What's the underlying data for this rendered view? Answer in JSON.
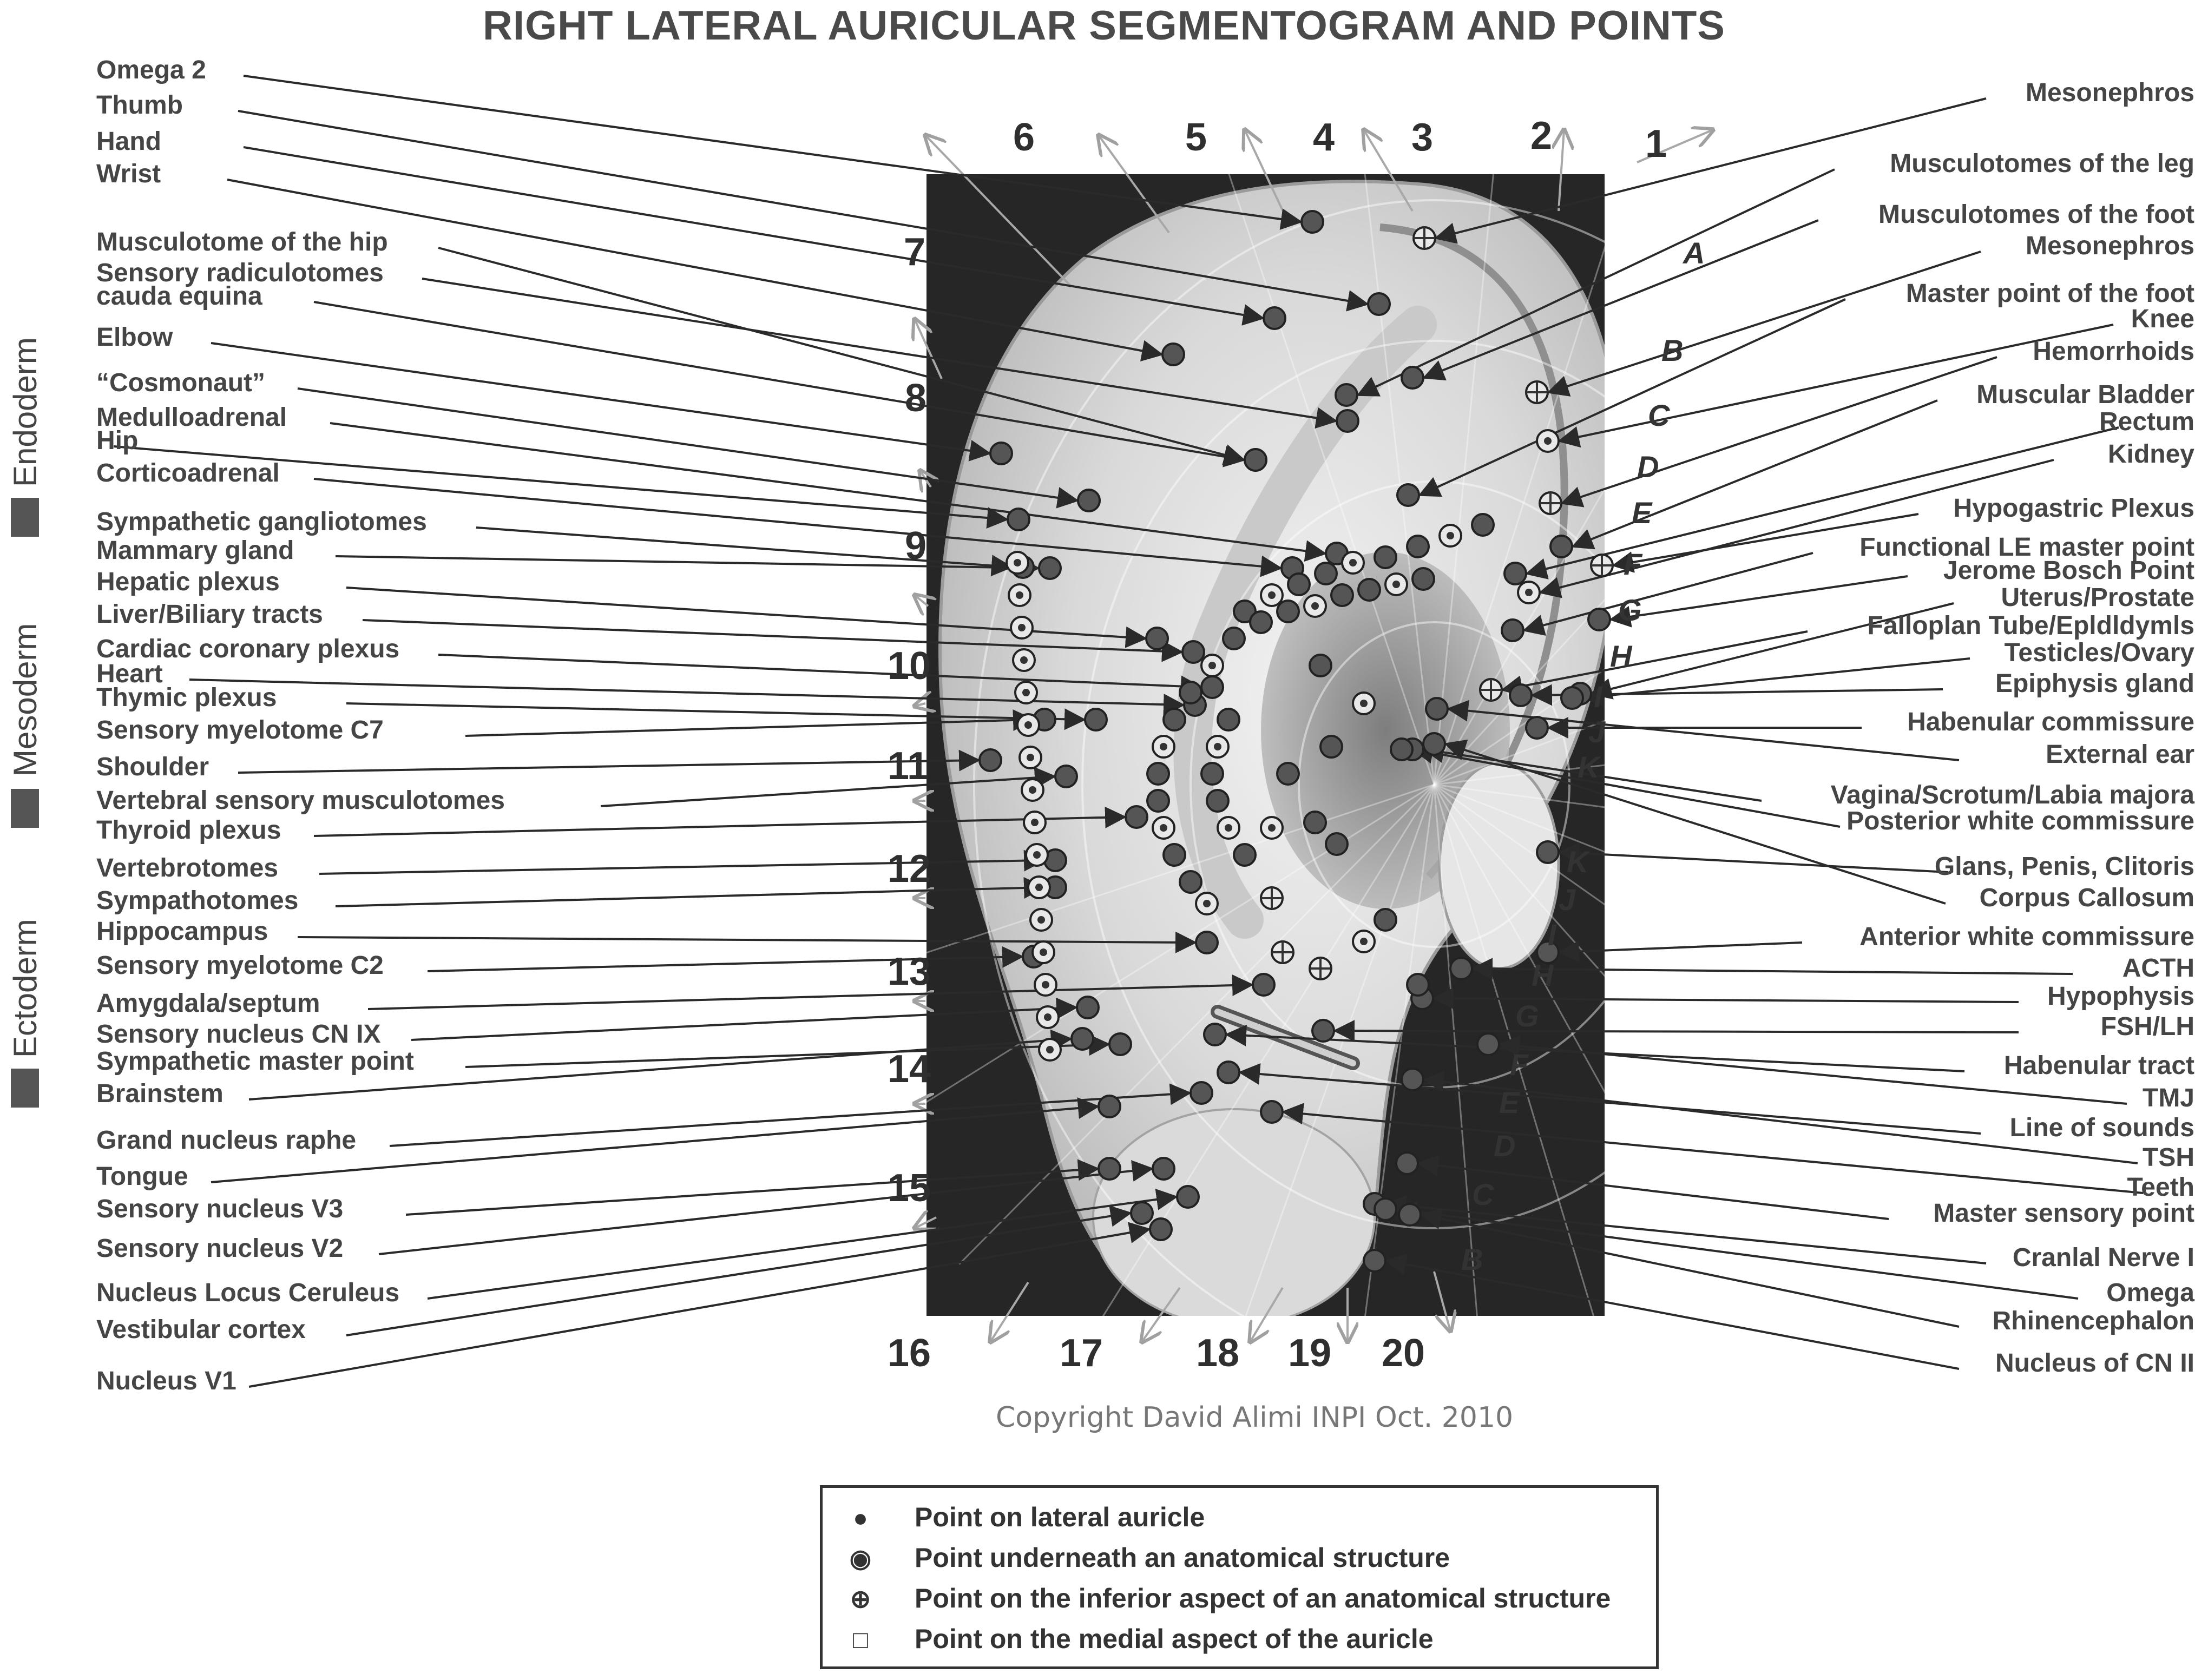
{
  "title": "RIGHT LATERAL AURICULAR SEGMENTOGRAM AND POINTS",
  "copyright": "Copyright David Alimi INPI Oct. 2010",
  "germ_layers": [
    "Endoderm",
    "Mesoderm",
    "Ectoderm"
  ],
  "left_labels": [
    "Omega 2",
    "Thumb",
    "Hand",
    "Wrist",
    "Musculotome of the hip",
    "Sensory radiculotomes",
    "cauda   equina",
    "Elbow",
    "“Cosmonaut”",
    "Medulloadrenal",
    "Hip",
    "Corticoadrenal",
    "Sympathetic gangliotomes",
    "Mammary gland",
    "Hepatic plexus",
    "Liver/Biliary tracts",
    "Cardiac coronary plexus",
    "Heart",
    "Thymic plexus",
    "Sensory myelotome C7",
    "Shoulder",
    "Vertebral sensory musculotomes",
    "Thyroid plexus",
    "Vertebrotomes",
    "Sympathotomes",
    "Hippocampus",
    "Sensory myelotome C2",
    "Amygdala/septum",
    "Sensory nucleus CN IX",
    "Sympathetic master point",
    "Brainstem",
    "Grand nucleus raphe",
    "Tongue",
    "Sensory nucleus V3",
    "Sensory nucleus V2",
    "Nucleus Locus Ceruleus",
    "Vestibular cortex",
    "Nucleus V1"
  ],
  "right_labels": [
    "Mesonephros",
    "Musculotomes of the leg",
    "Musculotomes of the foot",
    "Mesonephros",
    "Master point of the foot",
    "Knee",
    "Hemorrhoids",
    "Muscular Bladder",
    "Rectum",
    "Kidney",
    "Hypogastric Plexus",
    "Functional LE master point",
    "Jerome Bosch Point",
    "Uterus/Prostate",
    "Falloplan Tube/Epldldymls",
    "Testicles/Ovary",
    "Epiphysis gland",
    "Habenular commissure",
    "External ear",
    "Vagina/Scrotum/Labia majora",
    "Posterior white commissure",
    "Glans, Penis, Clitoris",
    "Corpus Callosum",
    "Anterior white commissure",
    "ACTH",
    "Hypophysis",
    "FSH/LH",
    "Habenular tract",
    "TMJ",
    "Line of sounds",
    "TSH",
    "Teeth",
    "Master sensory point",
    "Cranlal Nerve I",
    "Omega",
    "Rhinencephalon",
    "Nucleus of CN II"
  ],
  "segments": [
    "1",
    "2",
    "3",
    "4",
    "5",
    "6",
    "7",
    "8",
    "9",
    "10",
    "11",
    "12",
    "13",
    "14",
    "15",
    "16",
    "17",
    "18",
    "19",
    "20"
  ],
  "zone_letters": [
    "A",
    "B",
    "C",
    "D",
    "E",
    "F",
    "G",
    "H",
    "I",
    "J",
    "K",
    "K",
    "J",
    "I",
    "H",
    "G",
    "F",
    "E",
    "D",
    "C",
    "B"
  ],
  "legend": [
    {
      "symbol": "●",
      "text": "Point on lateral auricle"
    },
    {
      "symbol": "◉",
      "text": "Point underneath an anatomical structure"
    },
    {
      "symbol": "⊕",
      "text": "Point on the inferior aspect of an anatomical structure"
    },
    {
      "symbol": "□",
      "text": "Point on the medial aspect of the auricle"
    }
  ],
  "colors": {
    "point_fill": "#555555",
    "point_stroke": "#222222",
    "line": "#2a2a2a",
    "photo_bg": "#1e1e1e"
  }
}
